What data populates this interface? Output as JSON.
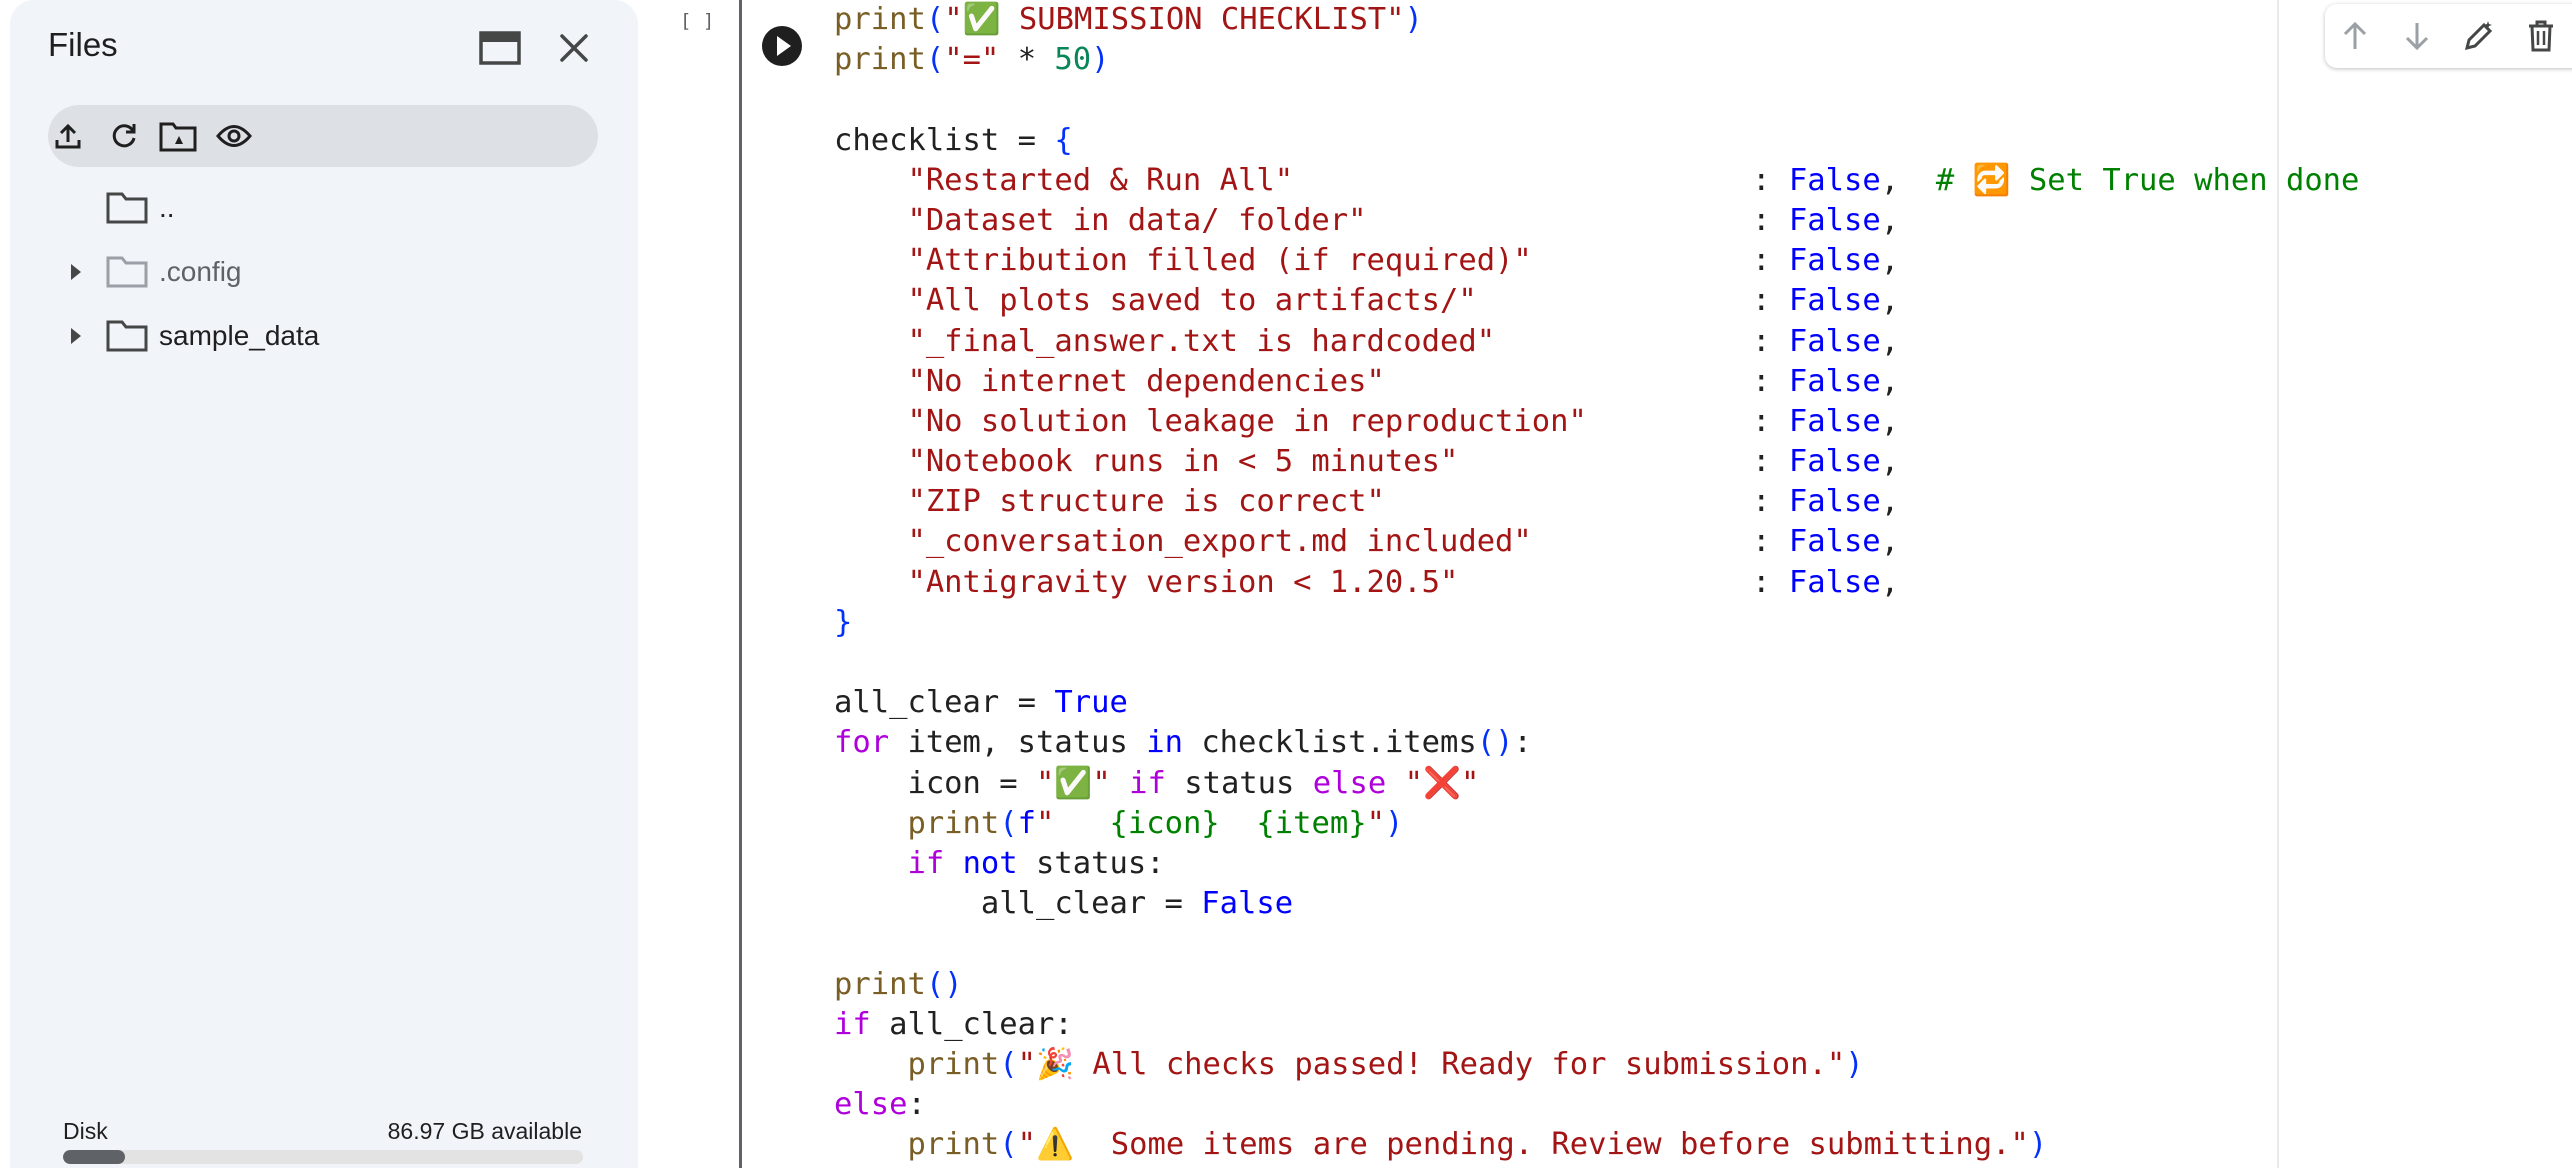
{
  "sidebar": {
    "title": "Files",
    "items": [
      {
        "label": "..",
        "expandable": false
      },
      {
        "label": ".config",
        "expandable": true
      },
      {
        "label": "sample_data",
        "expandable": true
      }
    ],
    "disk": {
      "label": "Disk",
      "available": "86.97 GB available",
      "used_fraction": 0.12
    },
    "icons": {
      "header": [
        "dock-panel-icon",
        "close-icon"
      ],
      "toolbar": [
        "upload-icon",
        "refresh-icon",
        "mount-drive-icon",
        "visibility-icon"
      ]
    }
  },
  "cell": {
    "execution_count": "[ ]",
    "toolbar_icons": [
      "move-up-icon",
      "move-down-icon",
      "edit-icon",
      "delete-icon"
    ],
    "code": {
      "l1_text": "✅ SUBMISSION CHECKLIST",
      "l2_sep": "=",
      "l2_count": "50",
      "checklist_var": "checklist",
      "checklist_items": [
        "Restarted & Run All",
        "Dataset in data/ folder",
        "Attribution filled (if required)",
        "All plots saved to artifacts/",
        "_final_answer.txt is hardcoded",
        "No internet dependencies",
        "No solution leakage in reproduction",
        "Notebook runs in < 5 minutes",
        "ZIP structure is correct",
        "_conversation_export.md included",
        "Antigravity version < 1.20.5"
      ],
      "default_value": "False",
      "first_comment": "# 🔁 Set True when done",
      "all_clear_var": "all_clear",
      "true_kw": "True",
      "false_kw": "False",
      "loop_vars": "item, status",
      "items_call": "checklist.items",
      "icon_var": "icon",
      "icon_ok": "✅",
      "icon_fail": "❌",
      "status_var": "status",
      "fstring_body": "   {icon}  {item}",
      "success_msg": "🎉 All checks passed! Ready for submission.",
      "warning_msg": "⚠️  Some items are pending. Review before submitting."
    }
  }
}
